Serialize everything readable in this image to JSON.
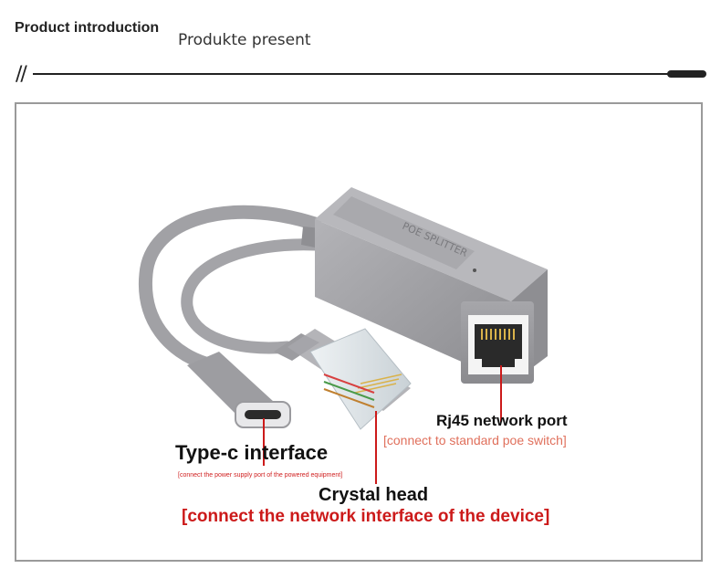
{
  "header": {
    "title": "Product introduction",
    "subtitle": "Produkte present",
    "slashes": "//"
  },
  "product": {
    "housing_text": "POE SPLITTER"
  },
  "callouts": {
    "rj45": {
      "title": "Rj45 network port",
      "note": "[connect to standard poe switch]"
    },
    "typec": {
      "title": "Type-c interface",
      "note": "[connect the power supply port of the powered equipment]"
    },
    "crystal": {
      "title": "Crystal head",
      "note": "[connect the network interface of the device]"
    }
  },
  "colors": {
    "body_grey": "#9b9b9f",
    "pointer_red": "#cc1a1a",
    "note_salmon": "#e0705c"
  }
}
